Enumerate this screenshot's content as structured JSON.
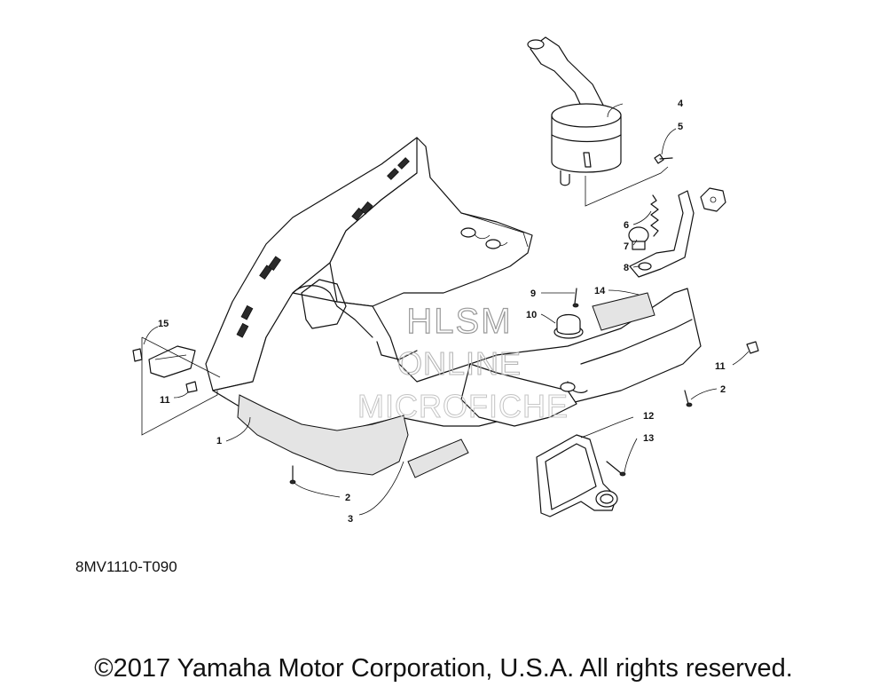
{
  "callouts": [
    "1",
    "2",
    "2",
    "3",
    "4",
    "5",
    "6",
    "7",
    "8",
    "9",
    "10",
    "11",
    "11",
    "12",
    "13",
    "14",
    "15"
  ],
  "watermark": {
    "line1": "HLSM",
    "line2": "ONLINE",
    "line3": "MICROFICHE"
  },
  "diagram_code": "8MV1110-T090",
  "copyright": "©2017 Yamaha Motor Corporation, U.S.A. All rights reserved."
}
